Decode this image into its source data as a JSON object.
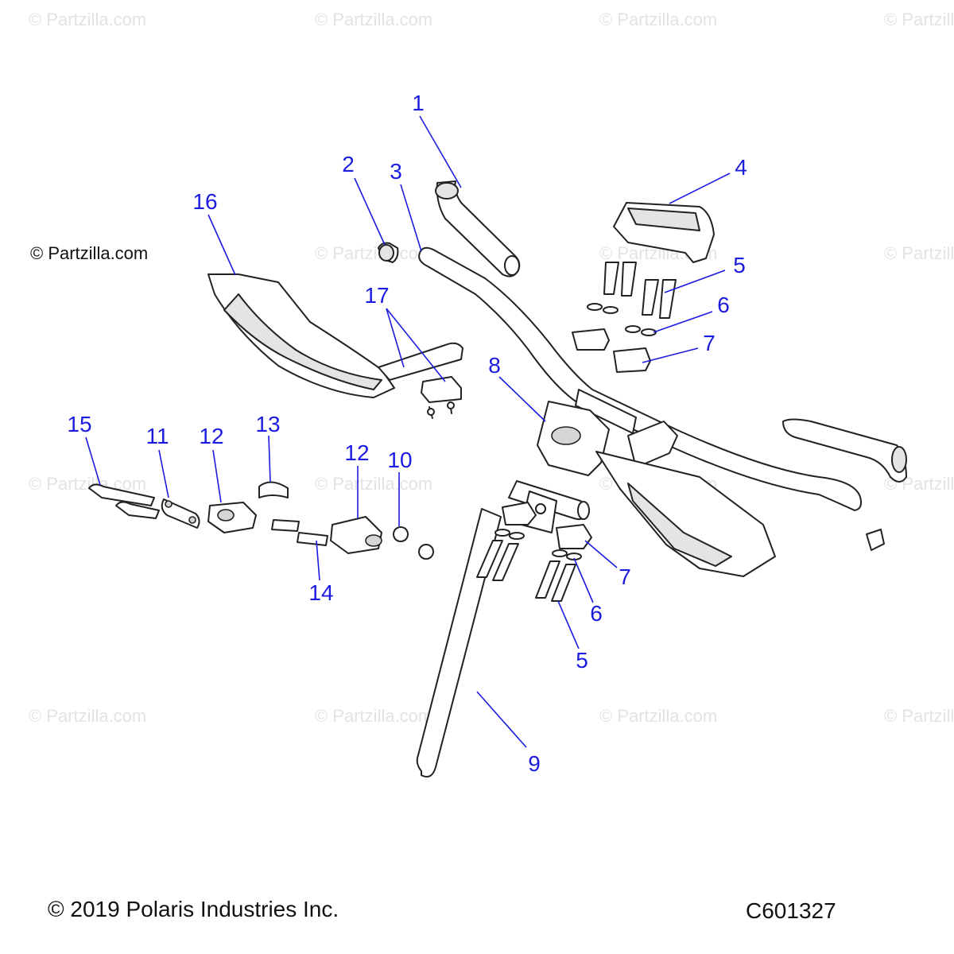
{
  "watermark_text": "© Partzilla.com",
  "credit_text": "© Partzilla.com",
  "callouts": {
    "c1": "1",
    "c2": "2",
    "c3": "3",
    "c4": "4",
    "c5a": "5",
    "c5b": "5",
    "c6a": "6",
    "c6b": "6",
    "c7a": "7",
    "c7b": "7",
    "c8": "8",
    "c9": "9",
    "c10": "10",
    "c11": "11",
    "c12a": "12",
    "c12b": "12",
    "c13": "13",
    "c14": "14",
    "c15": "15",
    "c16": "16",
    "c17": "17"
  },
  "footer": {
    "copyright": "© 2019 Polaris Industries Inc.",
    "diagram_code": "C601327"
  },
  "colors": {
    "callout": "#1c1ce0",
    "outline": "#222222",
    "watermark": "#e3e3e3"
  }
}
